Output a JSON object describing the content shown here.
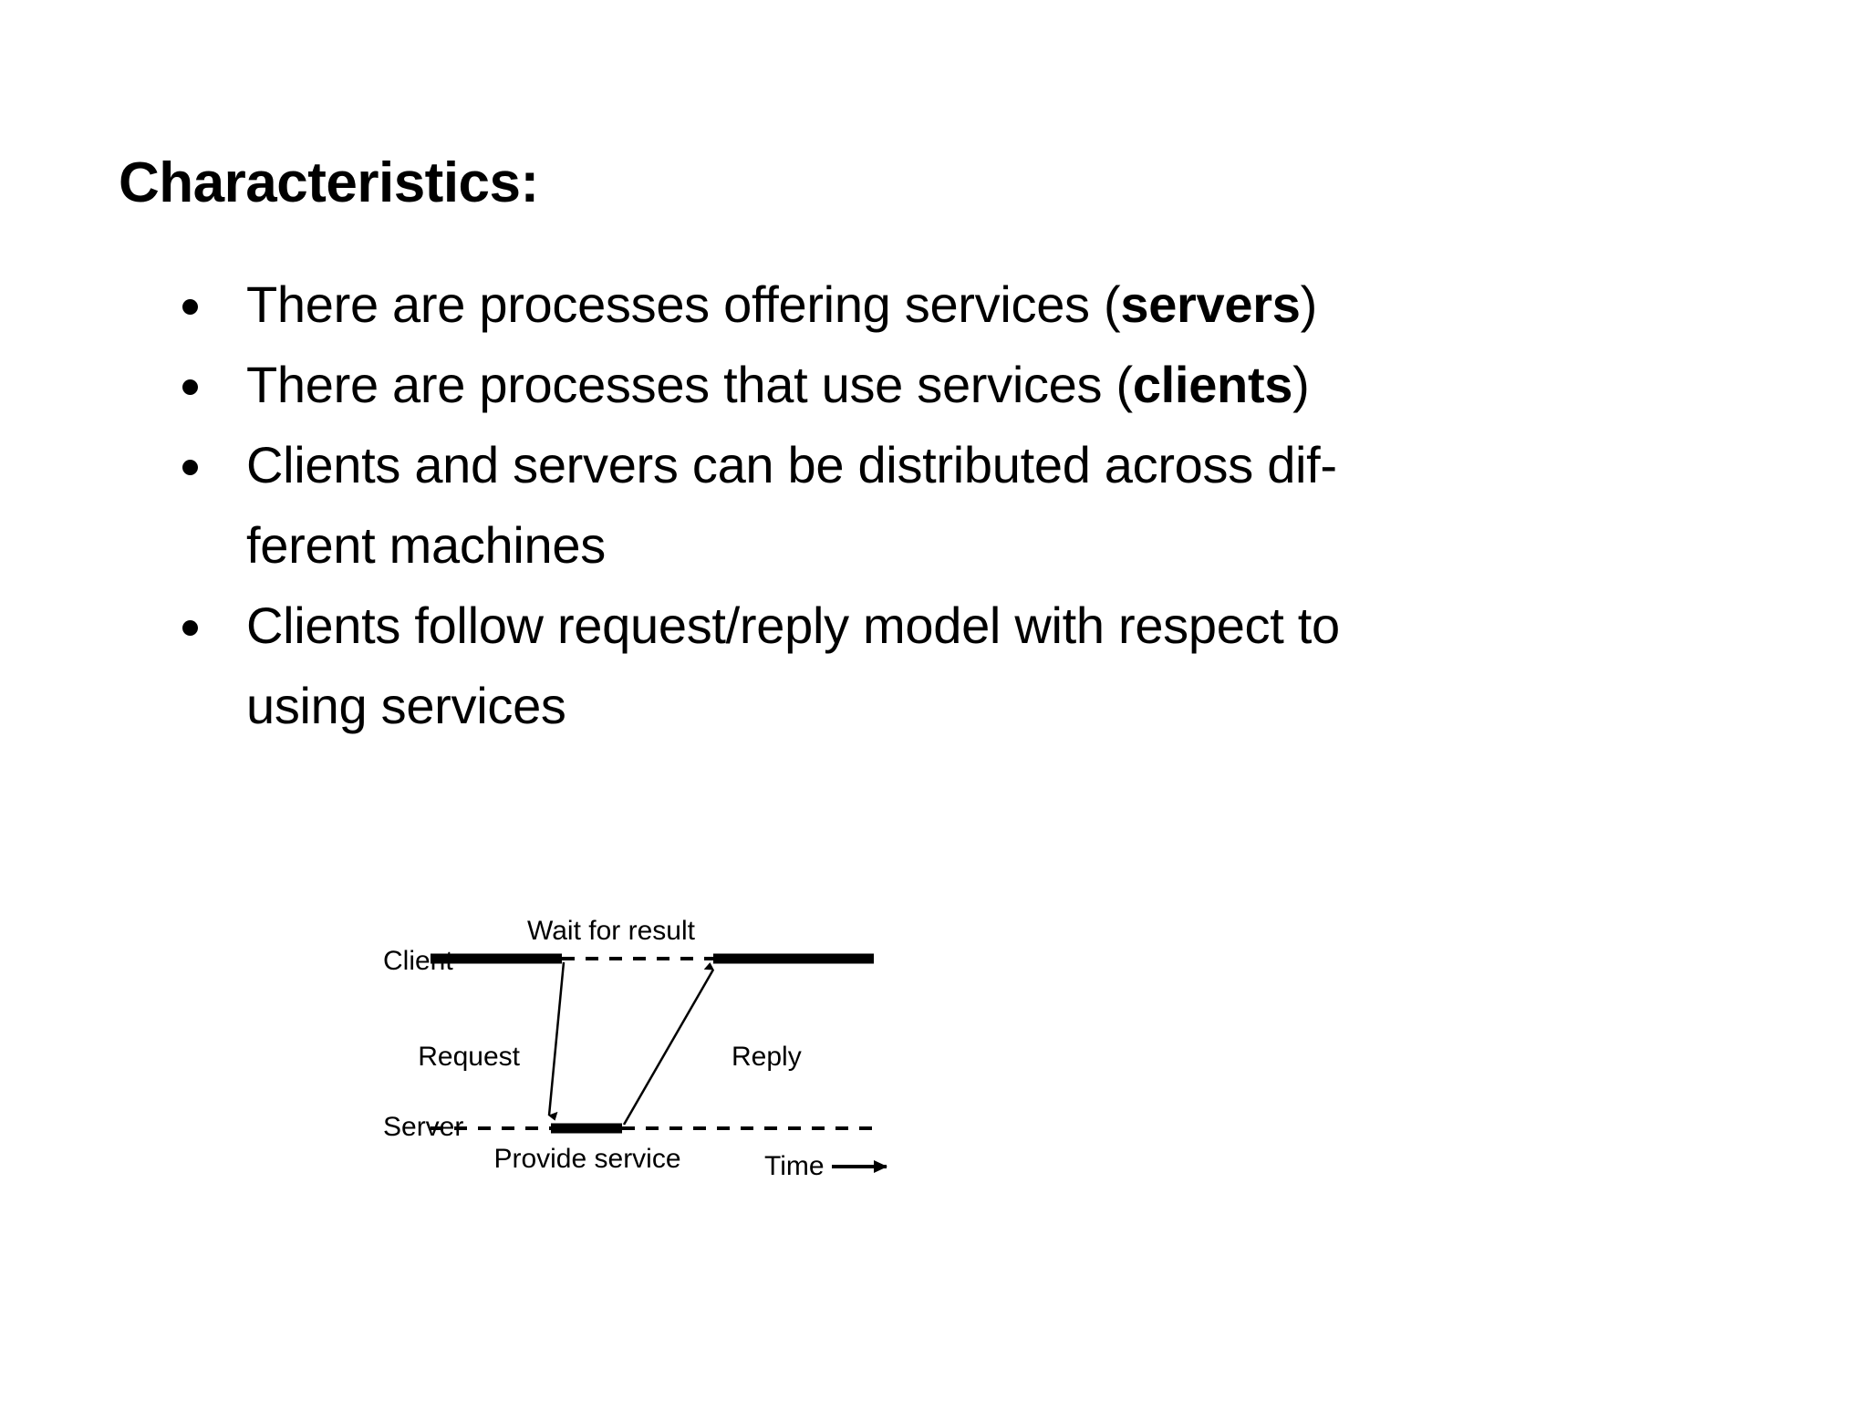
{
  "slide": {
    "title": "Characteristics:",
    "background_color": "#ffffff",
    "text_color": "#000000"
  },
  "bullets": [
    {
      "id": "servers",
      "prefix": "There are processes offering services (",
      "bold": "servers",
      "suffix": ")"
    },
    {
      "id": "clients",
      "prefix": "There are processes that use services (",
      "bold": "clients",
      "suffix": ")"
    },
    {
      "id": "distributed",
      "prefix": "Clients and servers can be distributed across dif-\nferent machines",
      "bold": "",
      "suffix": ""
    },
    {
      "id": "request-reply",
      "prefix": "Clients follow request/reply model with respect to\nusing services",
      "bold": "",
      "suffix": ""
    }
  ],
  "diagram": {
    "name": "client-server-request-reply-timing-diagram",
    "lane_labels": {
      "client": "Client",
      "server": "Server"
    },
    "annotations": {
      "wait_for_result": "Wait for result",
      "request": "Request",
      "reply": "Reply",
      "provide_service": "Provide service",
      "time": "Time"
    },
    "line_color": "#000000"
  }
}
